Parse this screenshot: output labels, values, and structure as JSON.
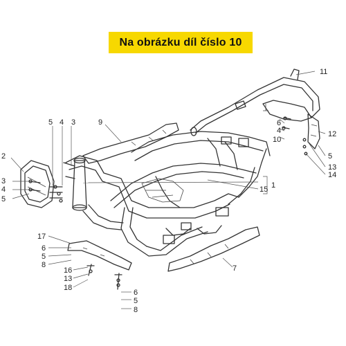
{
  "banner": {
    "text": "Na obrázku díl číslo 10",
    "color": "#f7d800"
  },
  "callouts": {
    "c1": "1",
    "c2": "2",
    "c3a": "3",
    "c3b": "3",
    "c4a": "4",
    "c4b": "4",
    "c4c": "4",
    "c5a": "5",
    "c5b": "5",
    "c5c": "5",
    "c5d": "5",
    "c5e": "5",
    "c6a": "6",
    "c6b": "6",
    "c6c": "6",
    "c7": "7",
    "c8a": "8",
    "c8b": "8",
    "c9": "9",
    "c10": "10",
    "c11": "11",
    "c12": "12",
    "c13a": "13",
    "c13b": "13",
    "c14": "14",
    "c15": "15",
    "c16": "16",
    "c17": "17",
    "c18": "18"
  }
}
